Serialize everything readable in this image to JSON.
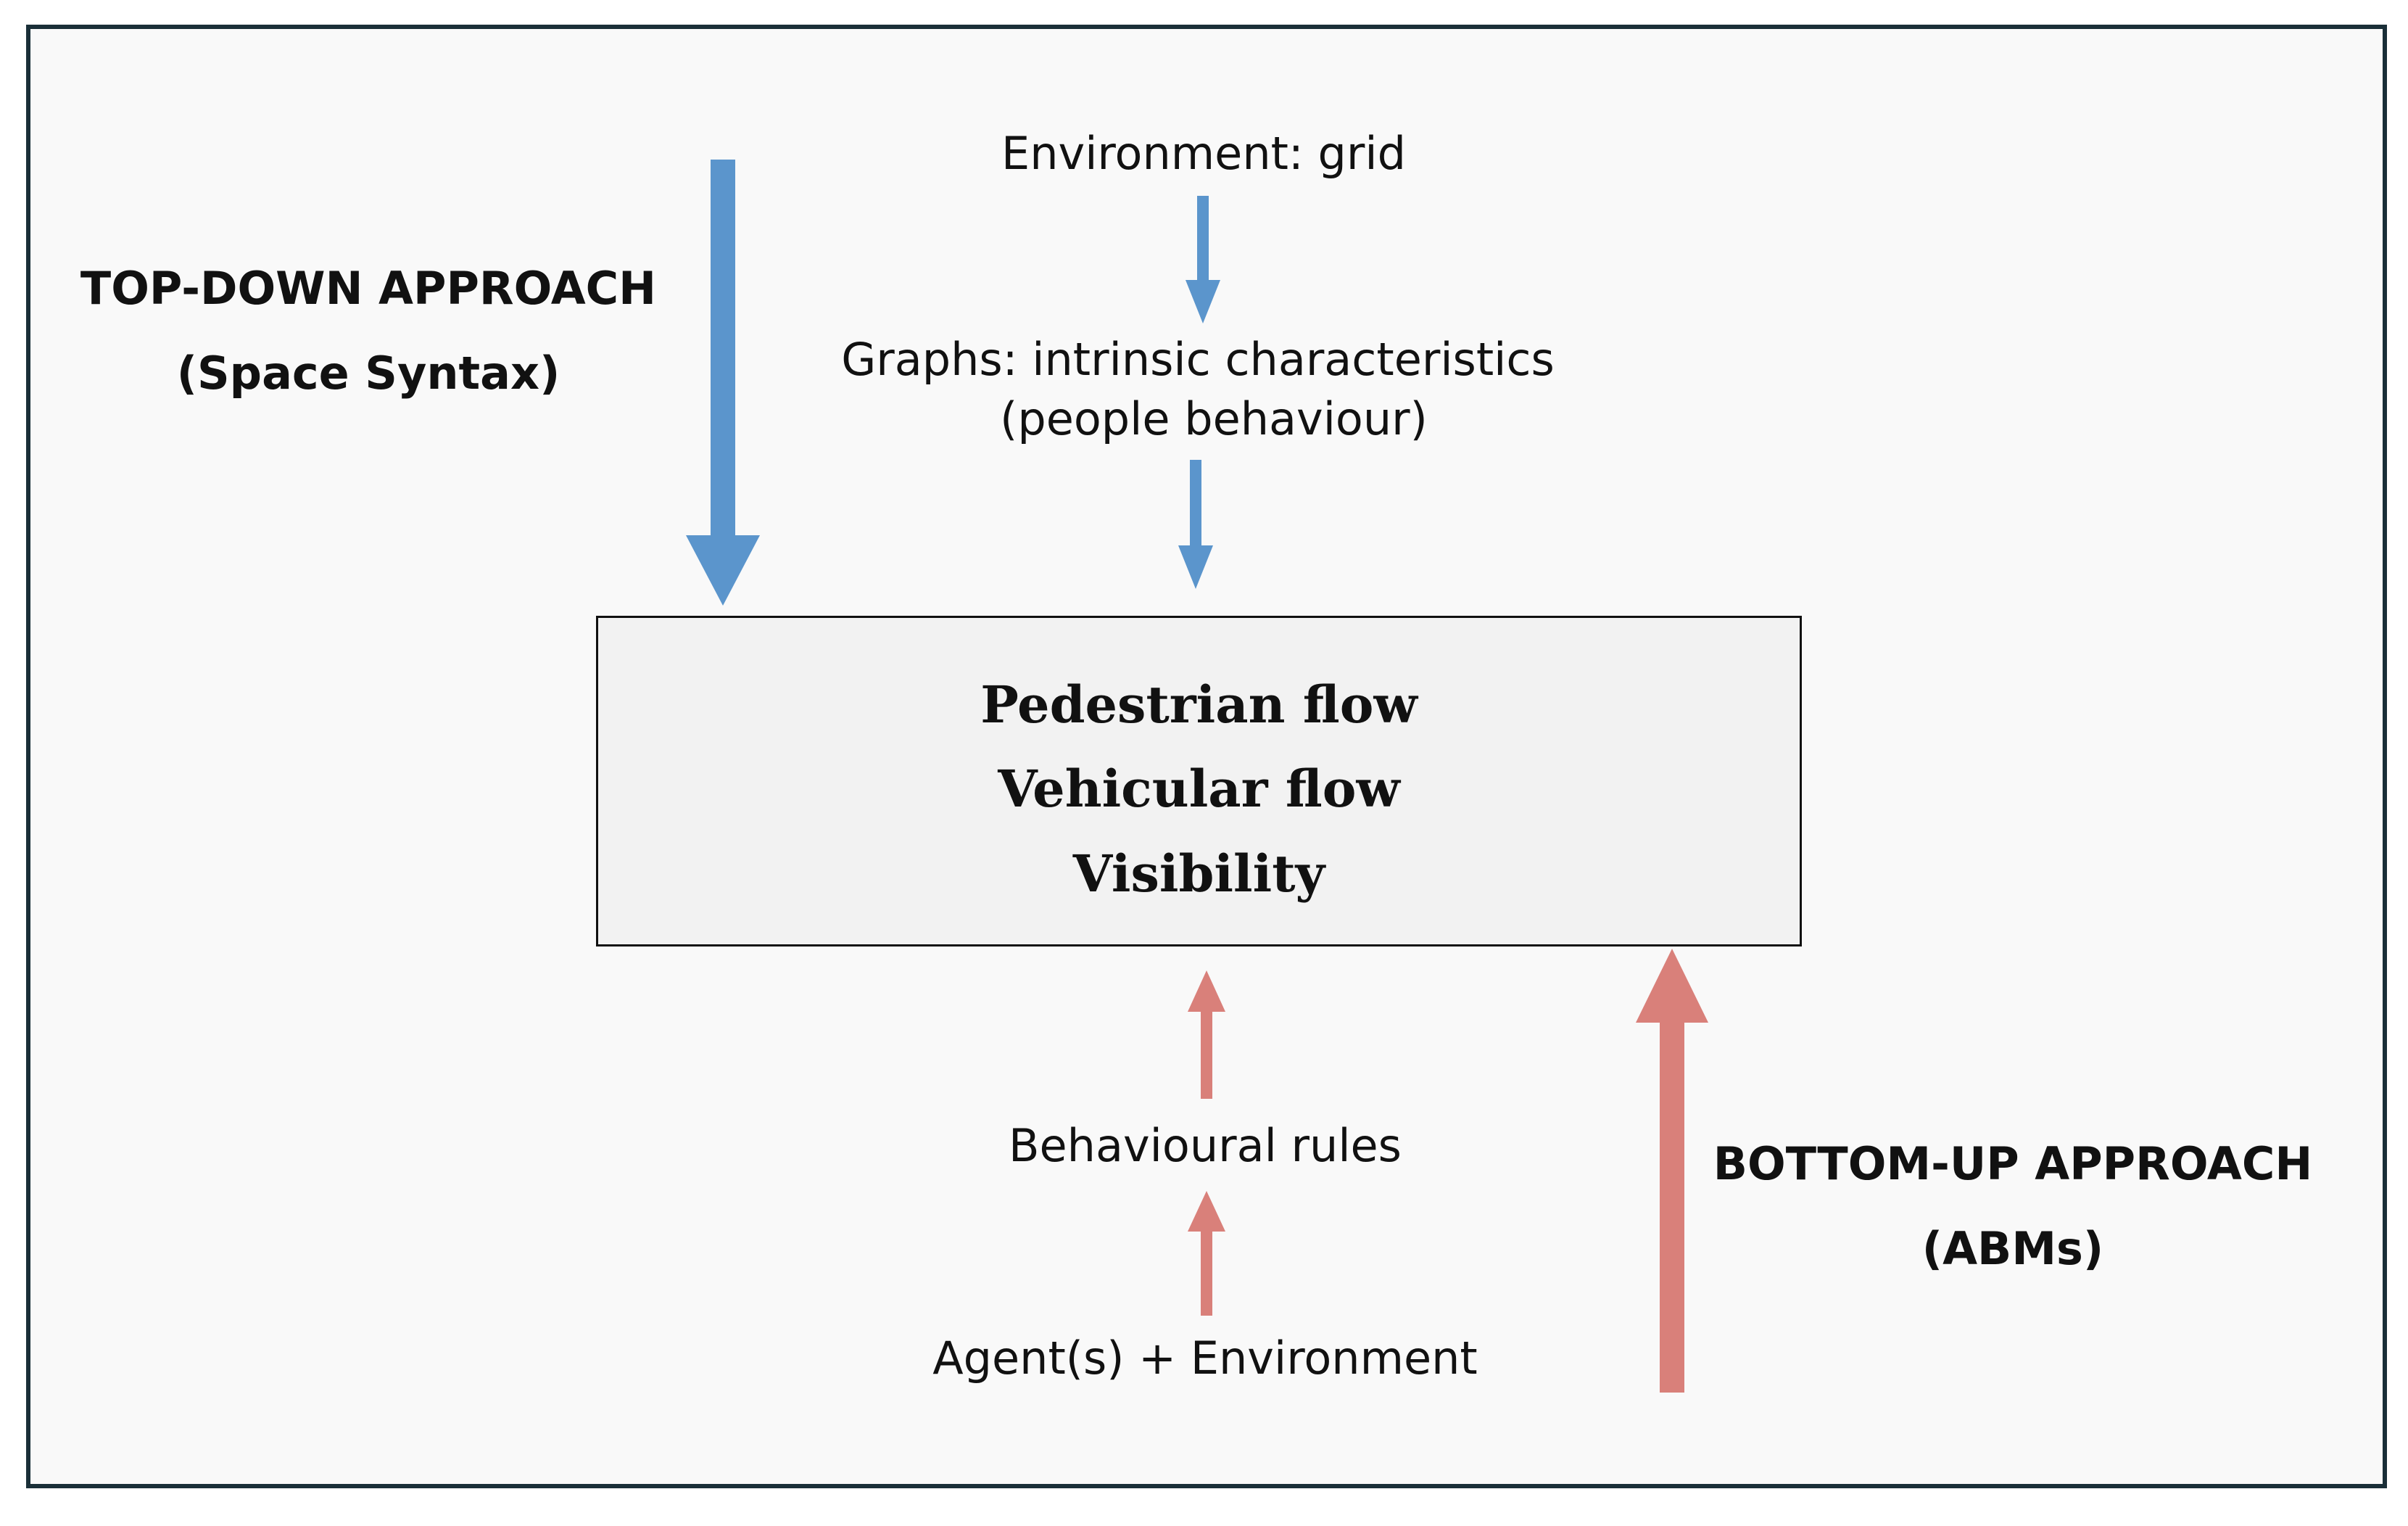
{
  "colors": {
    "topdown_arrow": "#5b95cc",
    "bottomup_arrow": "#d9807a",
    "frame_border": "#1a2f38",
    "box_fill": "#f2f2f2"
  },
  "top_down": {
    "title": "TOP-DOWN APPROACH",
    "subtitle": "(Space Syntax)"
  },
  "bottom_up": {
    "title": "BOTTOM-UP APPROACH",
    "subtitle": "(ABMs)"
  },
  "top_chain": {
    "environment": "Environment: grid",
    "graphs_line1": "Graphs: intrinsic characteristics",
    "graphs_line2": "(people behaviour)"
  },
  "central_box": {
    "line1": "Pedestrian flow",
    "line2": "Vehicular flow",
    "line3": "Visibility"
  },
  "bottom_chain": {
    "rules": "Behavioural rules",
    "agents": "Agent(s) + Environment"
  }
}
